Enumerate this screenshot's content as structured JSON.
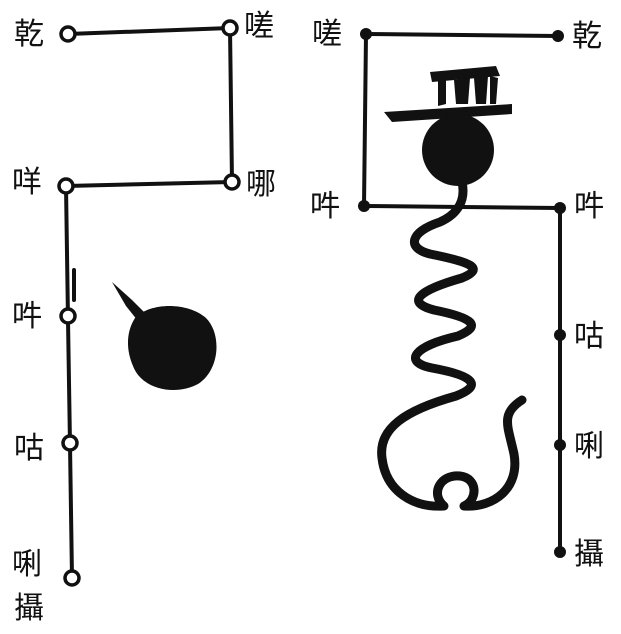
{
  "left_diagram": {
    "labels": [
      "乾",
      "嗟",
      "咩",
      "哪",
      "吽",
      "咕",
      "唎",
      "攝"
    ]
  },
  "right_diagram": {
    "labels": [
      "嗟",
      "乾",
      "吽",
      "吽",
      "咕",
      "唎",
      "攝"
    ],
    "calligraphy_glyph": "罒"
  },
  "colors": {
    "ink": "#111111",
    "paper": "#ffffff"
  }
}
